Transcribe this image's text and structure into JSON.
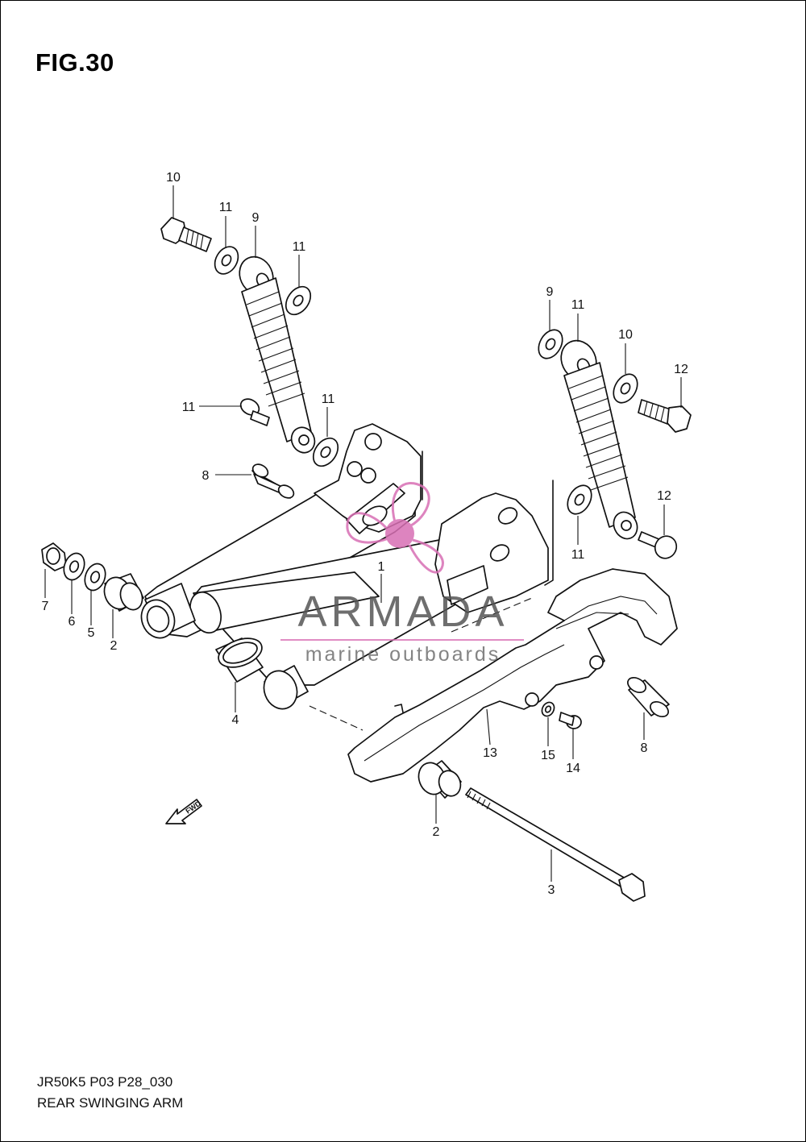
{
  "figure": {
    "title": "FIG.30"
  },
  "footer": {
    "code": "JR50K5 P03 P28_030",
    "name": "REAR SWINGING ARM"
  },
  "watermark": {
    "brand": "ARMADA",
    "tagline": "marine outboards",
    "accent_color": "#d86fb4"
  },
  "fwd_label": "FWD",
  "callouts": [
    "10",
    "11",
    "9",
    "11",
    "11",
    "9",
    "11",
    "10",
    "12",
    "11",
    "8",
    "12",
    "11",
    "7",
    "6",
    "5",
    "2",
    "1",
    "4",
    "13",
    "15",
    "14",
    "8",
    "2",
    "3"
  ],
  "colors": {
    "ink": "#111111",
    "background": "#ffffff",
    "watermark_pink": "#d86fb4"
  }
}
